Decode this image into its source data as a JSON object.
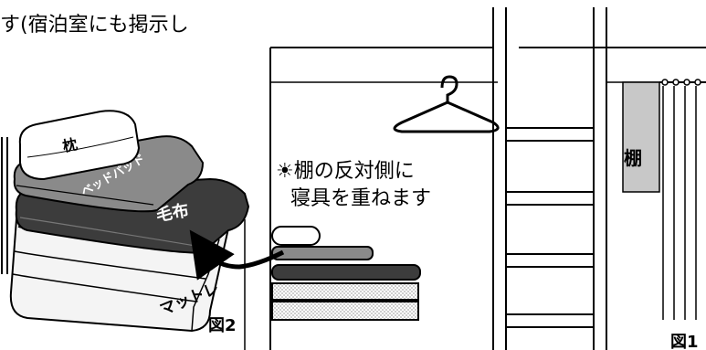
{
  "header_text": "す(宿泊室にも掲示し",
  "figure2": {
    "label": "図2",
    "bedding": {
      "pillow": "枕",
      "bed_pad": "ベッドパッド",
      "blanket": "毛布",
      "mattress": "マットレ"
    }
  },
  "figure1": {
    "label": "図1",
    "shelf_label": "棚",
    "note_line1": "☀棚の反対側に",
    "note_line2": "寝具を重ねます"
  },
  "colors": {
    "ink": "#000000",
    "blanket": "#3c3c3c",
    "bed_pad": "#8a8a8a",
    "shelf": "#c8c8c8",
    "mattress_fill": "#f4f4f4"
  }
}
